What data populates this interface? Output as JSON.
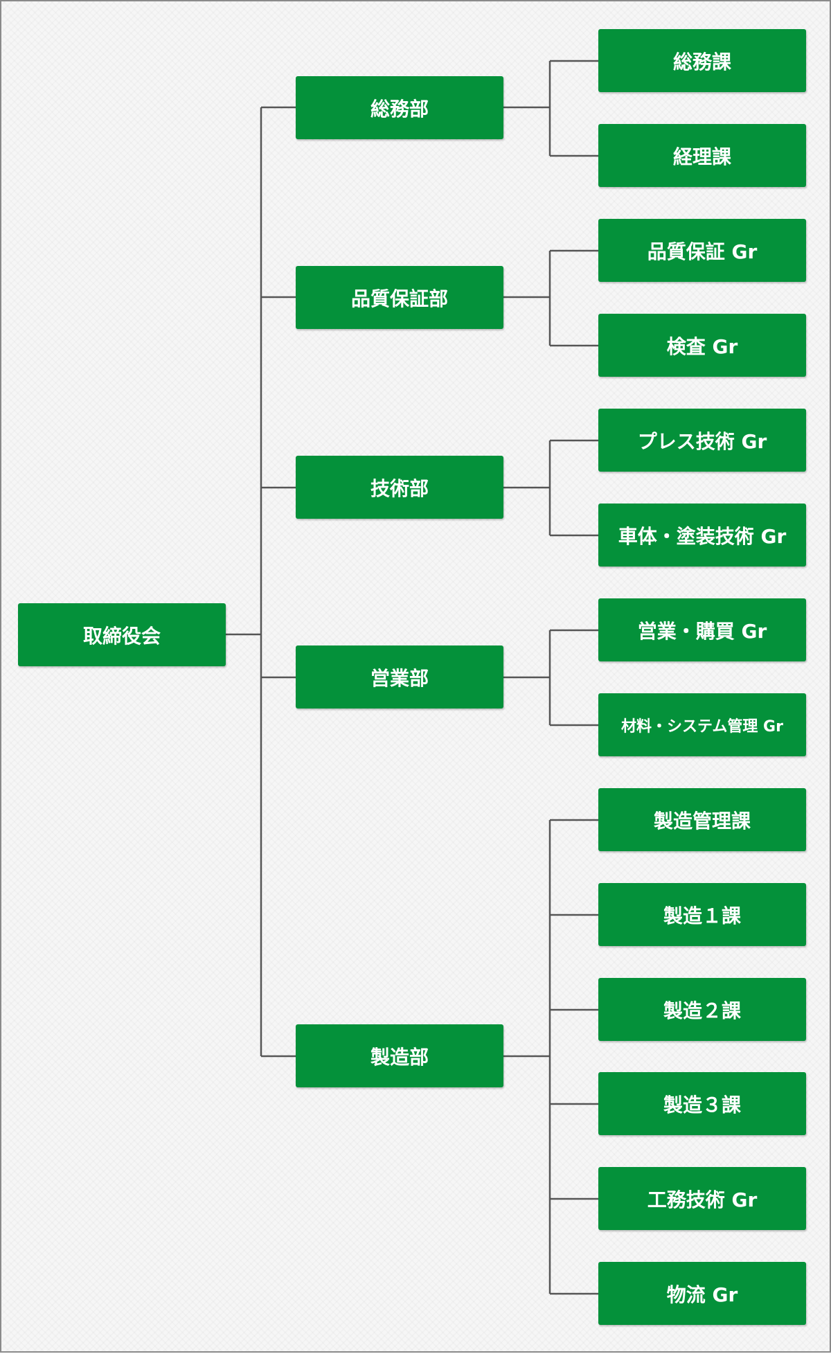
{
  "colors": {
    "node": "#04913a",
    "line": "#555555",
    "text": "#ffffff"
  },
  "root": {
    "label": "取締役会"
  },
  "departments": [
    {
      "label": "総務部",
      "children": [
        "総務課",
        "経理課"
      ]
    },
    {
      "label": "品質保証部",
      "children": [
        "品質保証 Gr",
        "検査 Gr"
      ]
    },
    {
      "label": "技術部",
      "children": [
        "プレス技術 Gr",
        "車体・塗装技術 Gr"
      ]
    },
    {
      "label": "営業部",
      "children": [
        "営業・購買 Gr",
        "材料・システム管理 Gr"
      ]
    },
    {
      "label": "製造部",
      "children": [
        "製造管理課",
        "製造１課",
        "製造２課",
        "製造３課",
        "工務技術 Gr",
        "物流 Gr"
      ]
    }
  ]
}
